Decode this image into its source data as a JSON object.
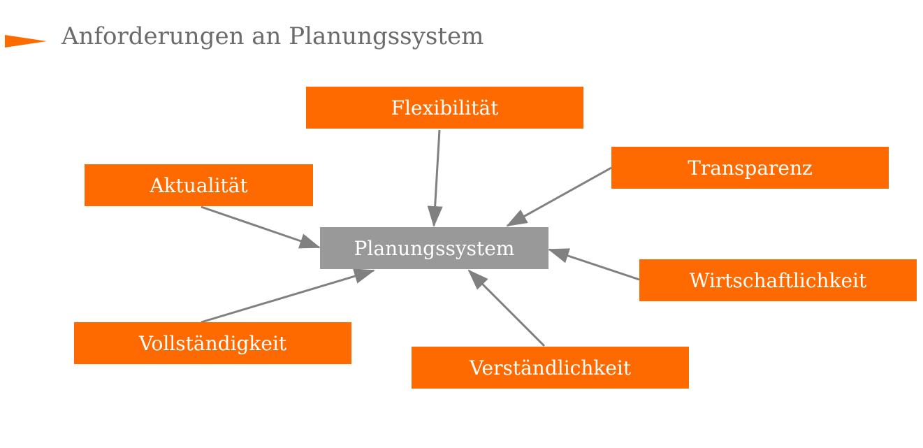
{
  "title": "Anforderungen an Planungssystem",
  "colors": {
    "accent": "#ff6a00",
    "center_box": "#999999",
    "arrow": "#808080",
    "title_text": "#6b6b6b"
  },
  "icons": {
    "bullet": "orange-triangle-bullet"
  },
  "diagram": {
    "center": {
      "label": "Planungssystem"
    },
    "requirements": [
      {
        "id": "flexibilitaet",
        "label": "Flexibilität"
      },
      {
        "id": "transparenz",
        "label": "Transparenz"
      },
      {
        "id": "aktualitaet",
        "label": "Aktualität"
      },
      {
        "id": "wirtschaftlichkeit",
        "label": "Wirtschaftlichkeit"
      },
      {
        "id": "vollstaendigkeit",
        "label": "Vollständigkeit"
      },
      {
        "id": "verstaendlichkeit",
        "label": "Verständlichkeit"
      }
    ]
  }
}
